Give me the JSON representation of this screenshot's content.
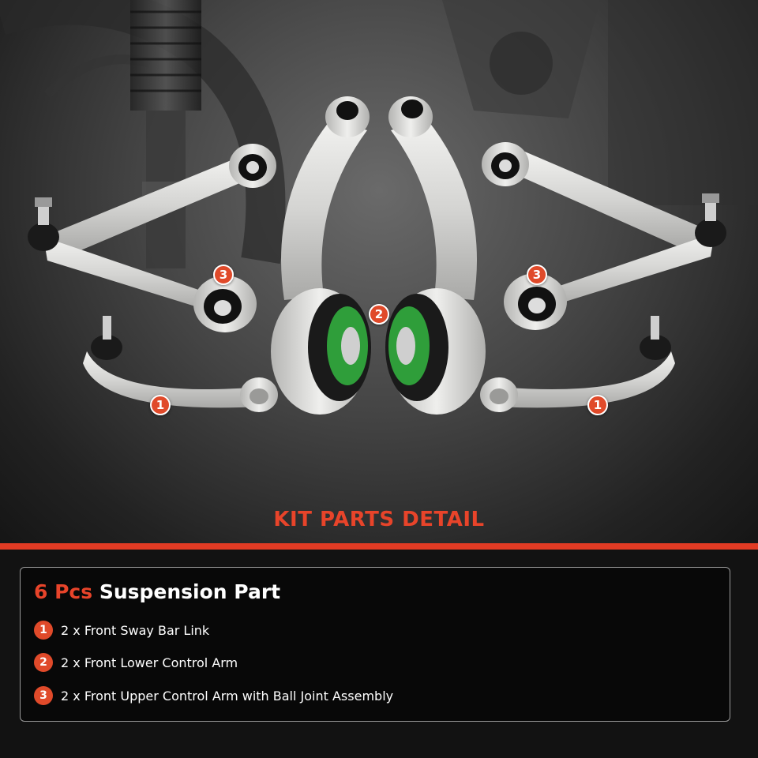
{
  "markers": [
    {
      "label": "1"
    },
    {
      "label": "1"
    },
    {
      "label": "2"
    },
    {
      "label": "3"
    },
    {
      "label": "3"
    }
  ],
  "heading": "KIT PARTS DETAIL",
  "panel": {
    "count": "6 Pcs",
    "title": "Suspension Part",
    "items": [
      {
        "num": "1",
        "text": "2 x Front Sway Bar Link"
      },
      {
        "num": "2",
        "text": "2 x Front Lower Control Arm"
      },
      {
        "num": "3",
        "text": "2 x Front Upper Control Arm with Ball Joint Assembly"
      }
    ]
  },
  "colors": {
    "accent": "#e8442a",
    "rule": "#e23b24",
    "bushing": "#2f9e3a",
    "metal": "#d6d6d4"
  }
}
